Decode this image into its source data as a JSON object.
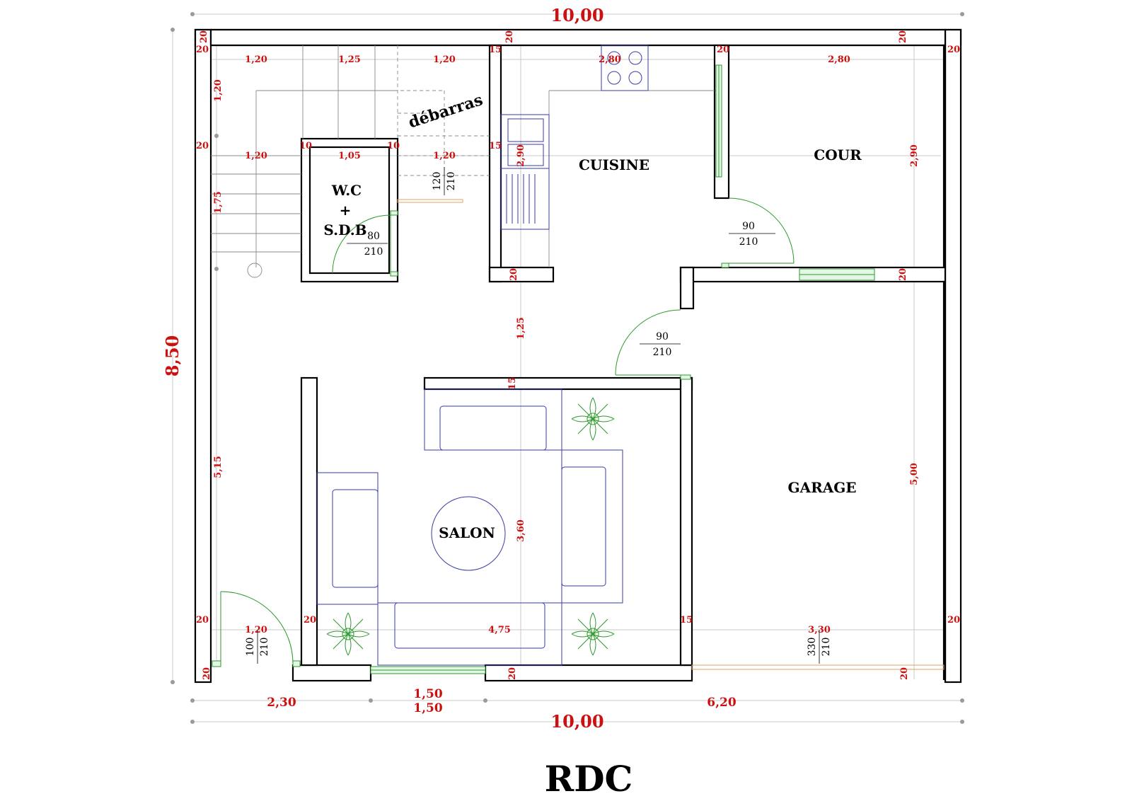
{
  "title": "RDC",
  "overall": {
    "width_top": "10,00",
    "width_bottom": "10,00",
    "height": "8,50"
  },
  "bottom_dims": {
    "left": "2,30",
    "mid_a": "1,50",
    "mid_b": "1,50",
    "right": "6,20"
  },
  "rooms": {
    "debarras": "débarras",
    "wc_line1": "W.C",
    "wc_line2": "+",
    "wc_line3": "S.D.B",
    "cuisine": "CUISINE",
    "cour": "COUR",
    "garage": "GARAGE",
    "salon": "SALON"
  },
  "doors": {
    "wc": {
      "w": "80",
      "h": "210"
    },
    "debarras": {
      "w": "120",
      "h": "210"
    },
    "cour": {
      "w": "90",
      "h": "210"
    },
    "garage_side": {
      "w": "90",
      "h": "210"
    },
    "entrance": {
      "w": "100",
      "h": "210"
    },
    "garage_main": {
      "w": "330",
      "h": "210"
    }
  },
  "dims": {
    "t_wall_l": "20",
    "t_wall_l2": "20",
    "t_wall_mid": "20",
    "t_wall_r": "20",
    "t_wall_r2": "20",
    "t_wall_cour": "20",
    "d_120a": "1,20",
    "d_125": "1,25",
    "d_120b": "1,20",
    "d_15a": "15",
    "d_280a": "2,80",
    "d_280b": "2,80",
    "v_120": "1,20",
    "m_20": "20",
    "m_120": "1,20",
    "m_10a": "10",
    "m_105": "1,05",
    "m_10b": "10",
    "m_120b": "1,20",
    "m_15": "15",
    "v_290a": "2,90",
    "v_290b": "2,90",
    "v_175": "1,75",
    "w_20a": "20",
    "w_20b": "20",
    "v_125": "1,25",
    "s_15": "15",
    "v_515": "5,15",
    "v_360": "3,60",
    "v_500": "5,00",
    "b_20a": "20",
    "b_120": "1,20",
    "b_20b": "20",
    "b_475": "4,75",
    "b_15": "15",
    "b_330": "3,30",
    "b_20c": "20",
    "f_20a": "20",
    "f_20b": "20",
    "f_20c": "20"
  }
}
